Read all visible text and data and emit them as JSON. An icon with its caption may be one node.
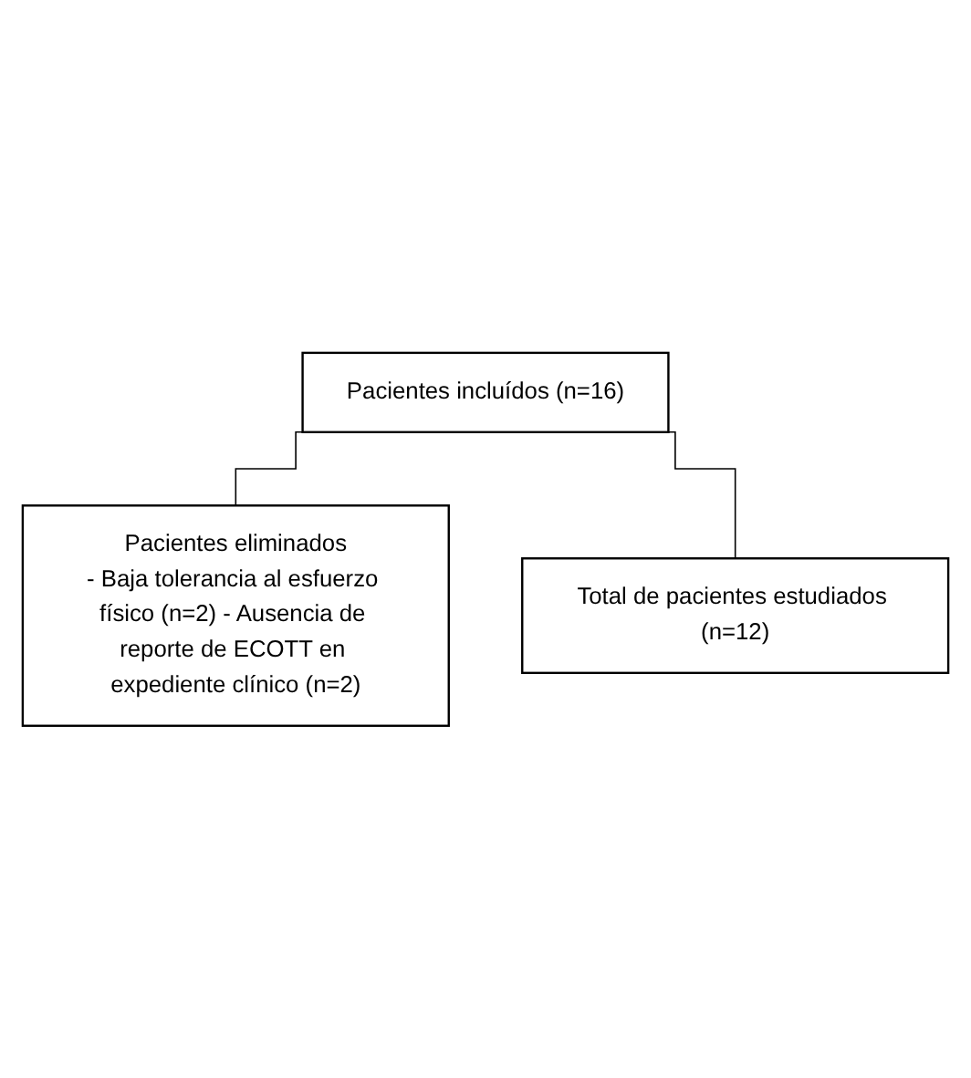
{
  "diagram": {
    "nodes": [
      {
        "text": [
          "Pacientes incluídos (n=16)"
        ]
      },
      {
        "text": [
          "Pacientes eliminados",
          "- Baja tolerancia al esfuerzo físico (n=2) - Ausencia de reporte de ECOTT en expediente clínico (n=2)"
        ]
      },
      {
        "text": [
          "Total de pacientes estudiados (n=12)"
        ]
      }
    ],
    "edges": [
      {
        "from": 0,
        "to": 1,
        "arrow": "none"
      },
      {
        "from": 0,
        "to": 2,
        "arrow": "none"
      }
    ]
  }
}
